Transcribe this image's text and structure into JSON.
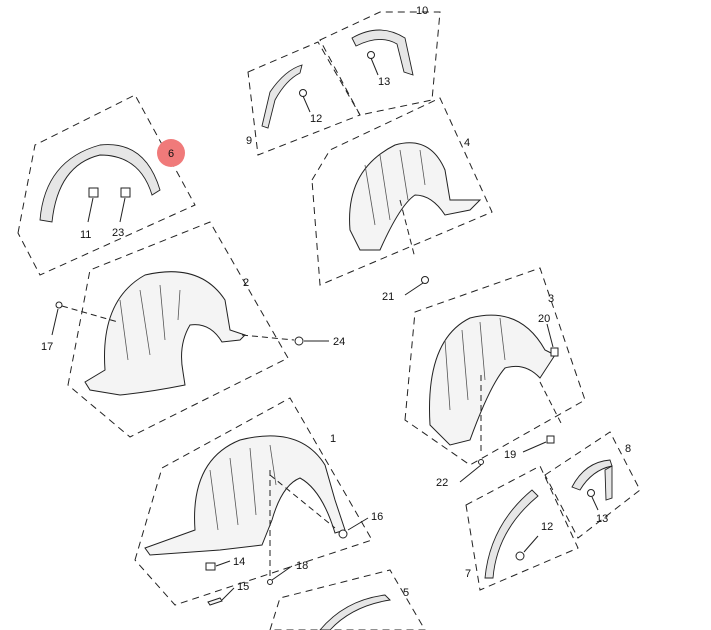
{
  "highlight": {
    "label": "6",
    "color": "#f07a7a"
  },
  "callouts": {
    "c10": "10",
    "c13a": "13",
    "c9": "9",
    "c12a": "12",
    "c11": "11",
    "c23": "23",
    "c4": "4",
    "c21": "21",
    "c2": "2",
    "c17": "17",
    "c24": "24",
    "c3": "3",
    "c20": "20",
    "c19": "19",
    "c22": "22",
    "c1": "1",
    "c16": "16",
    "c14": "14",
    "c18": "18",
    "c15": "15",
    "c8": "8",
    "c13b": "13",
    "c12b": "12",
    "c7": "7",
    "c5": "5"
  }
}
